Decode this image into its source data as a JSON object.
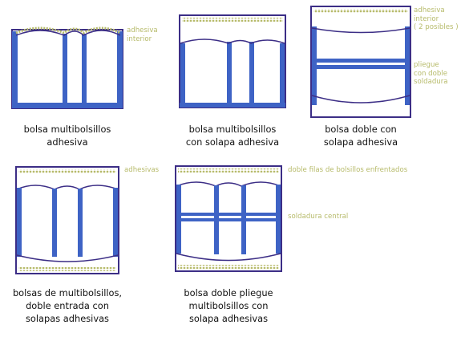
{
  "colors": {
    "outline": "#3c2e86",
    "pocket_blue": "#3e63c5",
    "adhesive": "#b7bb6b",
    "caption": "#111111"
  },
  "diagrams": [
    {
      "id": "bag1",
      "caption": [
        "bolsa multibolsillos",
        "adhesiva"
      ],
      "notes": [
        {
          "lines": [
            "adhesiva",
            "interior"
          ]
        }
      ]
    },
    {
      "id": "bag2",
      "caption": [
        "bolsa multibolsillos",
        "con solapa adhesiva"
      ],
      "notes": []
    },
    {
      "id": "bag3",
      "caption": [
        "bolsa doble con",
        "solapa adhesiva"
      ],
      "notes": [
        {
          "lines": [
            "adhesiva",
            "interior",
            "( 2 posibles )"
          ]
        },
        {
          "lines": [
            "pliegue",
            "con doble",
            "soldadura"
          ]
        }
      ]
    },
    {
      "id": "bag4",
      "caption": [
        "bolsas de multibolsillos,",
        "doble entrada con",
        "solapas adhesivas"
      ],
      "notes": [
        {
          "lines": [
            "adhesivas"
          ]
        }
      ]
    },
    {
      "id": "bag5",
      "caption": [
        "bolsa doble pliegue",
        "multibolsillos con",
        "solapa adhesivas"
      ],
      "notes": [
        {
          "lines": [
            "doble filas de bolsillos enfrentados"
          ]
        },
        {
          "lines": [
            "soldadura central"
          ]
        }
      ]
    }
  ]
}
